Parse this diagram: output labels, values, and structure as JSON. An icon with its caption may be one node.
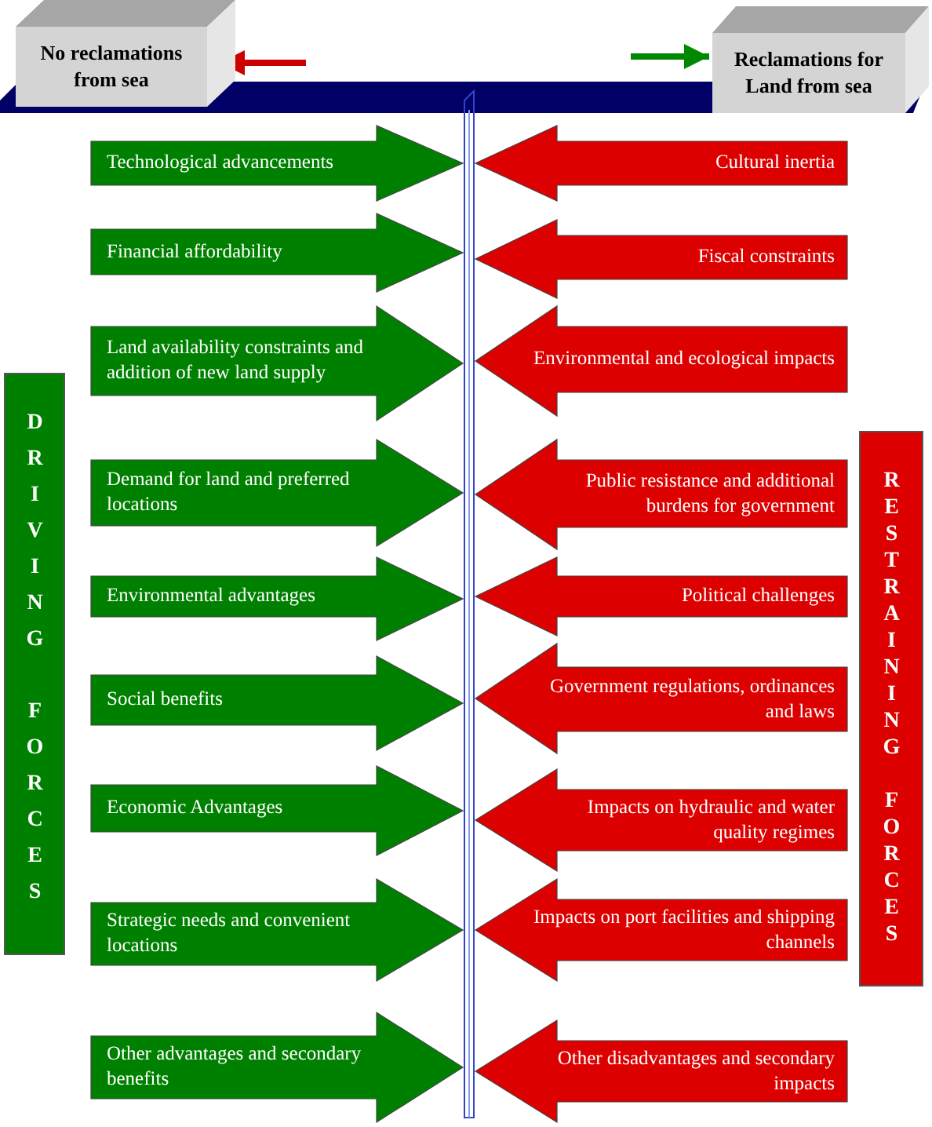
{
  "diagram": {
    "nodes": [
      {
        "text": [
          "No reclamations from sea"
        ]
      },
      {
        "text": [
          "Reclamations for Land from sea"
        ]
      },
      {
        "text": [
          "Technological advancements"
        ]
      },
      {
        "text": [
          "Cultural inertia"
        ]
      },
      {
        "text": [
          "Financial affordability"
        ]
      },
      {
        "text": [
          "Fiscal constraints"
        ]
      },
      {
        "text": [
          "Land availability constraints and addition of new land supply"
        ]
      },
      {
        "text": [
          "Environmental and ecological impacts"
        ]
      },
      {
        "text": [
          "Demand for land  and preferred locations"
        ]
      },
      {
        "text": [
          "Public resistance and additional burdens for government"
        ]
      },
      {
        "text": [
          "Environmental advantages"
        ]
      },
      {
        "text": [
          "Political challenges"
        ]
      },
      {
        "text": [
          "Social benefits"
        ]
      },
      {
        "text": [
          "Government regulations, ordinances and laws"
        ]
      },
      {
        "text": [
          "Economic Advantages"
        ]
      },
      {
        "text": [
          "Impacts on hydraulic and water quality regimes"
        ]
      },
      {
        "text": [
          "Strategic needs  and convenient locations"
        ]
      },
      {
        "text": [
          "Impacts on port facilities and shipping channels"
        ]
      },
      {
        "text": [
          "Other advantages and secondary benefits"
        ]
      },
      {
        "text": [
          "Other disadvantages and secondary impacts"
        ]
      },
      {
        "text": [
          "DRIVING FORCES"
        ]
      },
      {
        "text": [
          "RESTRAINING FORCES"
        ]
      }
    ],
    "edges": [
      {
        "from": null,
        "to": 0,
        "arrow": "to",
        "color": "#cc0000"
      },
      {
        "from": null,
        "to": 1,
        "arrow": "to",
        "color": "#008800"
      }
    ]
  }
}
